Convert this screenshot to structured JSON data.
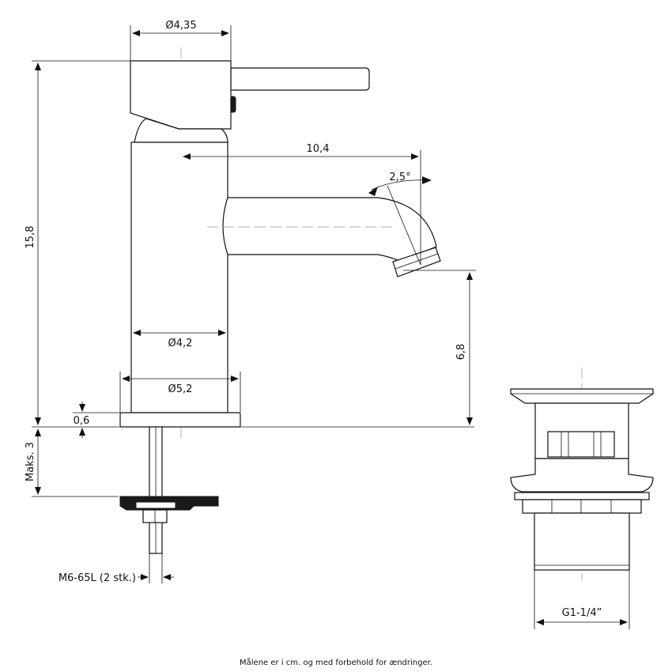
{
  "dimensions": {
    "top_diameter": "Ø4,35",
    "spout_reach": "10,4",
    "spout_angle": "2,5°",
    "height": "15,8",
    "spout_height": "6,8",
    "body_diameter": "Ø4,2",
    "base_diameter": "Ø5,2",
    "base_thickness": "0,6",
    "max_mount": "Maks. 3",
    "bolt": "M6-65L (2 stk.)",
    "drain_thread": "G1-1/4”"
  },
  "footnote": "Målene er i cm. og med forbehold for ændringer."
}
